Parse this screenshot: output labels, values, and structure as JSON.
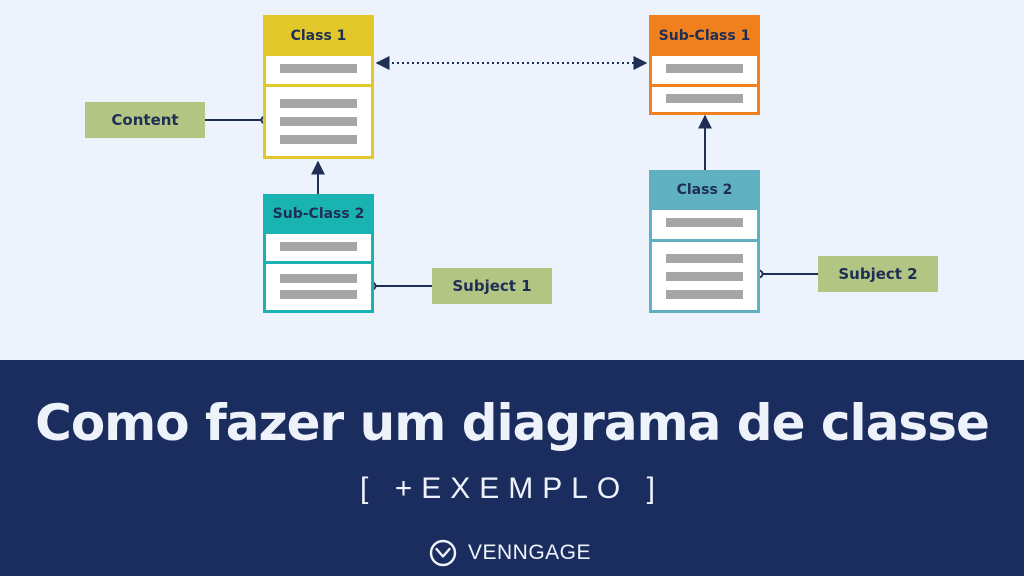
{
  "diagram": {
    "classes": [
      {
        "id": "class1",
        "title": "Class 1",
        "color": "#e1c72a"
      },
      {
        "id": "subclass2",
        "title": "Sub-Class 2",
        "color": "#19b4b1"
      },
      {
        "id": "subclass1",
        "title": "Sub-Class 1",
        "color": "#f07f1e"
      },
      {
        "id": "class2",
        "title": "Class 2",
        "color": "#5fb0c1"
      }
    ],
    "labels": {
      "content": "Content",
      "subject1": "Subject 1",
      "subject2": "Subject 2"
    },
    "line_color": "#1f2e55",
    "label_color": "#b2c583"
  },
  "banner": {
    "title": "Como fazer um diagrama de classe",
    "subtitle": "[ +EXEMPLO ]",
    "brand": "VENNGAGE",
    "background": "#1a2d5e"
  }
}
